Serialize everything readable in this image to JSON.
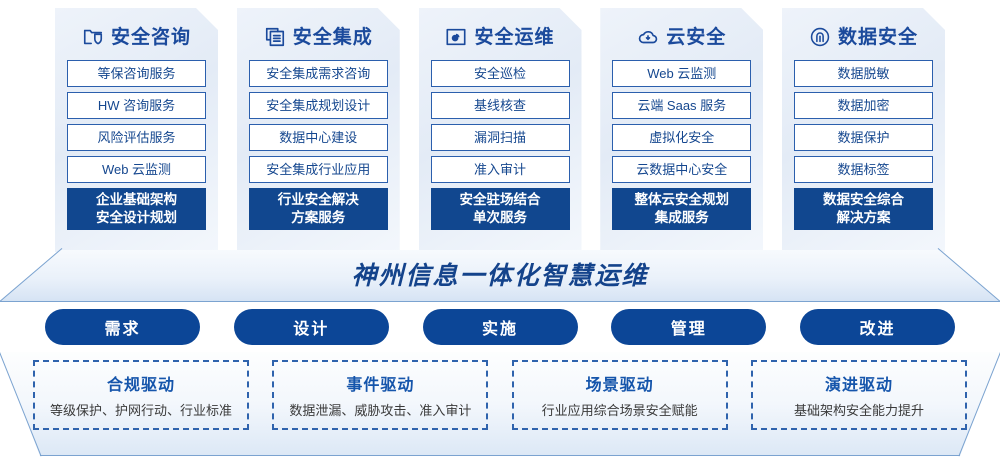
{
  "columns": [
    {
      "icon": "folder-shield-icon",
      "title": "安全咨询",
      "items": [
        "等保咨询服务",
        "HW 咨询服务",
        "风险评估服务",
        "Web 云监测"
      ],
      "summary": [
        "企业基础架构",
        "安全设计规划"
      ]
    },
    {
      "icon": "documents-stack-icon",
      "title": "安全集成",
      "items": [
        "安全集成需求咨询",
        "安全集成规划设计",
        "数据中心建设",
        "安全集成行业应用"
      ],
      "summary": [
        "行业安全解决",
        "方案服务"
      ]
    },
    {
      "icon": "monitor-chart-icon",
      "title": "安全运维",
      "items": [
        "安全巡检",
        "基线核查",
        "漏洞扫描",
        "准入审计"
      ],
      "summary": [
        "安全驻场结合",
        "单次服务"
      ]
    },
    {
      "icon": "cloud-icon",
      "title": "云安全",
      "items": [
        "Web 云监测",
        "云端 Saas 服务",
        "虚拟化安全",
        "云数据中心安全"
      ],
      "summary": [
        "整体云安全规划",
        "集成服务"
      ]
    },
    {
      "icon": "fingerprint-icon",
      "title": "数据安全",
      "items": [
        "数据脱敏",
        "数据加密",
        "数据保护",
        "数据标签"
      ],
      "summary": [
        "数据安全综合",
        "解决方案"
      ]
    }
  ],
  "banner": {
    "title": "神州信息一体化智慧运维"
  },
  "pills": [
    "需求",
    "设计",
    "实施",
    "管理",
    "改进"
  ],
  "drivers": [
    {
      "title": "合规驱动",
      "desc": "等级保护、护网行动、行业标准"
    },
    {
      "title": "事件驱动",
      "desc": "数据泄漏、威胁攻击、准入审计"
    },
    {
      "title": "场景驱动",
      "desc": "行业应用综合场景安全赋能"
    },
    {
      "title": "演进驱动",
      "desc": "基础架构安全能力提升"
    }
  ],
  "colors": {
    "brand_blue": "#11478f",
    "accent_blue": "#1b4a9c",
    "pill_blue": "#0c4697",
    "panel_bg": "#e9f0f9",
    "border_blue": "#2b5fad"
  }
}
